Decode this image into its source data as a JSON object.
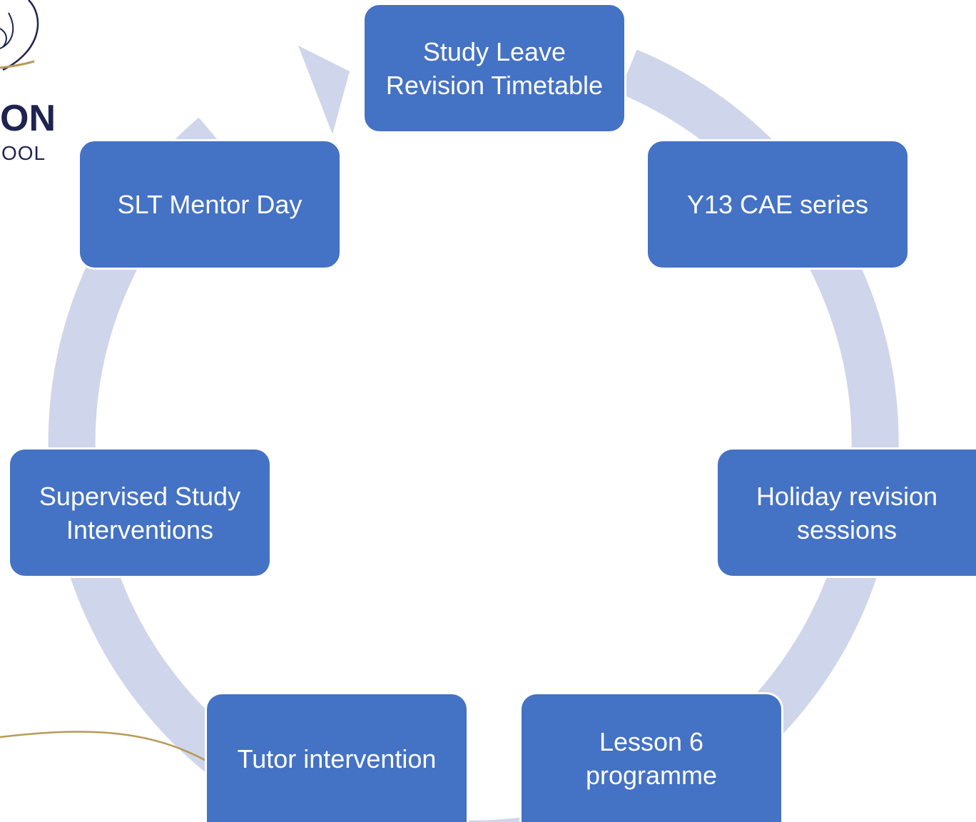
{
  "diagram": {
    "type": "cycle",
    "colors": {
      "node_fill": "#4472c4",
      "node_border": "#ffffff",
      "node_text": "#ffffff",
      "ring": "#cfd5ea",
      "logo_line": "#b79a57",
      "logo_text": "#1f2350"
    },
    "nodes": [
      {
        "label": "Study Leave\nRevision Timetable"
      },
      {
        "label": "Y13 CAE series"
      },
      {
        "label": "Holiday revision\nsessions"
      },
      {
        "label": "Lesson 6\nprogramme"
      },
      {
        "label": "Tutor intervention"
      },
      {
        "label": "Supervised Study\nInterventions"
      },
      {
        "label": "SLT Mentor Day"
      }
    ]
  },
  "logo": {
    "text_large": "ON",
    "text_small": "OOL"
  }
}
